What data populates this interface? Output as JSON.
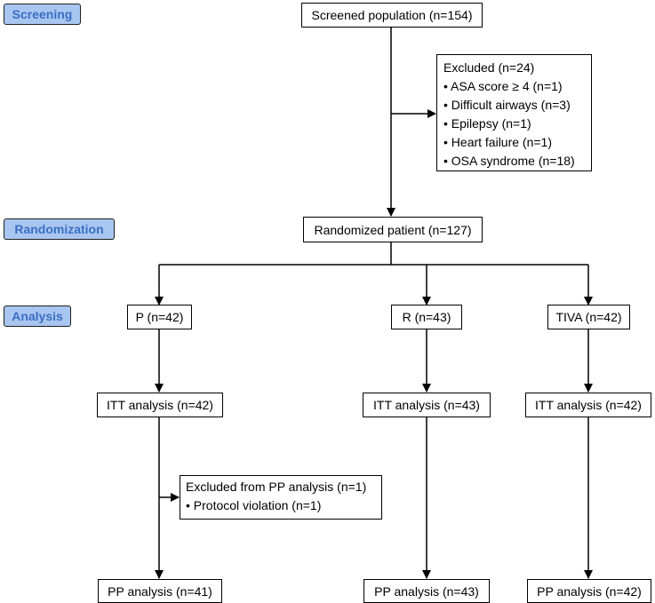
{
  "stages": {
    "screening": "Screening",
    "randomization": "Randomization",
    "analysis": "Analysis"
  },
  "screened": "Screened population (n=154)",
  "excluded": {
    "title": "Excluded (n=24)",
    "items": [
      "• ASA score ≥ 4 (n=1)",
      "• Difficult airways (n=3)",
      "• Epilepsy (n=1)",
      "• Heart failure (n=1)",
      "• OSA syndrome (n=18)"
    ]
  },
  "randomized": "Randomized patient (n=127)",
  "groups": [
    {
      "label": "P (n=42)",
      "itt": "ITT analysis (n=42)",
      "pp": "PP analysis (n=41)"
    },
    {
      "label": "R (n=43)",
      "itt": "ITT analysis (n=43)",
      "pp": "PP analysis (n=43)"
    },
    {
      "label": "TIVA (n=42)",
      "itt": "ITT analysis (n=42)",
      "pp": "PP analysis (n=42)"
    }
  ],
  "pp_excluded": {
    "title": "Excluded from PP analysis (n=1)",
    "items": [
      "• Protocol violation (n=1)"
    ]
  }
}
